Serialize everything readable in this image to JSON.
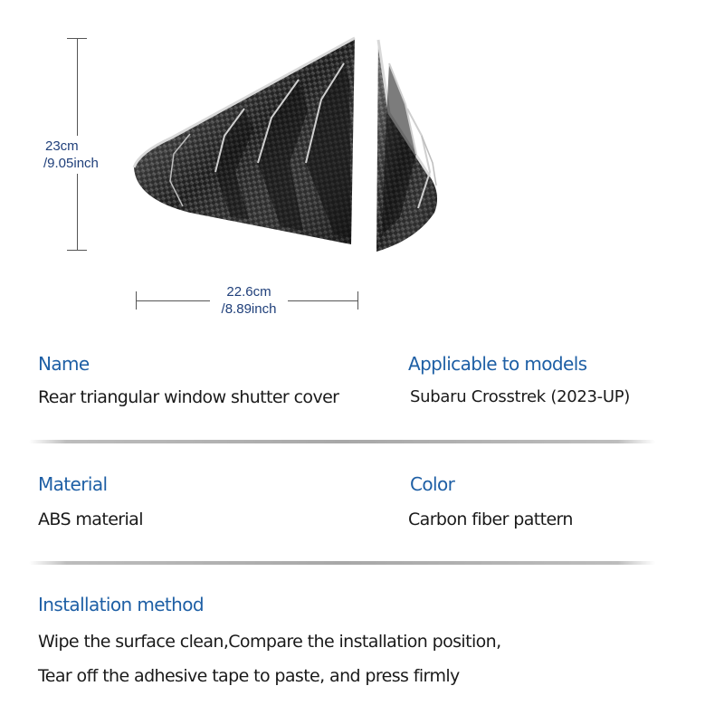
{
  "dimensions": {
    "height_cm": "23cm",
    "height_inch": "/9.05inch",
    "width_cm": "22.6cm",
    "width_inch": "/8.89inch"
  },
  "specs": {
    "name_label": "Name",
    "name_value": "Rear triangular window shutter cover",
    "models_label": "Applicable to models",
    "models_value": "Subaru Crosstrek (2023-UP)",
    "material_label": "Material",
    "material_value": "ABS material",
    "color_label": "Color",
    "color_value": "Carbon fiber pattern",
    "install_label": "Installation method",
    "install_line1": "Wipe the surface clean,Compare the installation position,",
    "install_line2": "Tear off the adhesive tape to paste, and press firmly"
  },
  "colors": {
    "label_blue": "#1e5fa5",
    "dimension_blue": "#1f3f7a",
    "text_dark": "#1a1a1a"
  }
}
